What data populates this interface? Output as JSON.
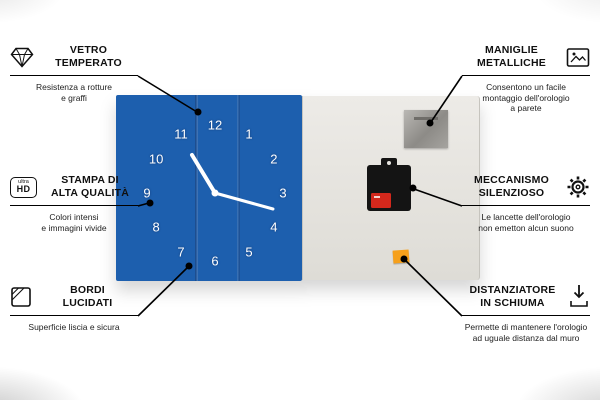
{
  "callouts": [
    {
      "id": "vetro-temperato",
      "side": "left",
      "icon": "diamond-icon",
      "title": "VETRO\nTEMPERATO",
      "description": "Resistenza a rotture\ne graffi"
    },
    {
      "id": "stampa-alta-qualita",
      "side": "left",
      "icon": "ultra-hd-icon",
      "title": "STAMPA DI\nALTA QUALITÀ",
      "description": "Colori intensi\ne immagini vivide"
    },
    {
      "id": "bordi-lucidati",
      "side": "left",
      "icon": "polished-edge-icon",
      "title": "BORDI\nLUCIDATI",
      "description": "Superficie liscia e sicura"
    },
    {
      "id": "maniglie-metalliche",
      "side": "right",
      "icon": "picture-frame-icon",
      "title": "MANIGLIE\nMETALLICHE",
      "description": "Consentono un facile\nmontaggio dell'orologio\na parete"
    },
    {
      "id": "meccanismo-silenzioso",
      "side": "right",
      "icon": "gear-icon",
      "title": "MECCANISMO\nSILENZIOSO",
      "description": "Le lancette dell'orologio\nnon emetton alcun suono"
    },
    {
      "id": "distanziatore-in-schiuma",
      "side": "right",
      "icon": "foam-spacer-icon",
      "title": "DISTANZIATORE\nIN SCHIUMA",
      "description": "Permette di mantenere l'orologio\nad uguale distanza dal muro"
    }
  ],
  "ultra_hd_icon": {
    "top": "ultra",
    "bottom": "HD"
  },
  "clock": {
    "numerals": [
      "12",
      "1",
      "2",
      "3",
      "4",
      "5",
      "6",
      "7",
      "8",
      "9",
      "10",
      "11"
    ],
    "numeral_color": "#ffffff",
    "hands_color": "#ffffff"
  },
  "colors": {
    "face_blue": "#1d5fae",
    "pattern_teal": "#46d2b4",
    "back_panel": "#e6e4df",
    "metal_plate": "#9a9894",
    "mechanism_black": "#141414",
    "battery_red": "#d3281c",
    "spacer_orange": "#f6a01b",
    "line_black": "#000000"
  }
}
